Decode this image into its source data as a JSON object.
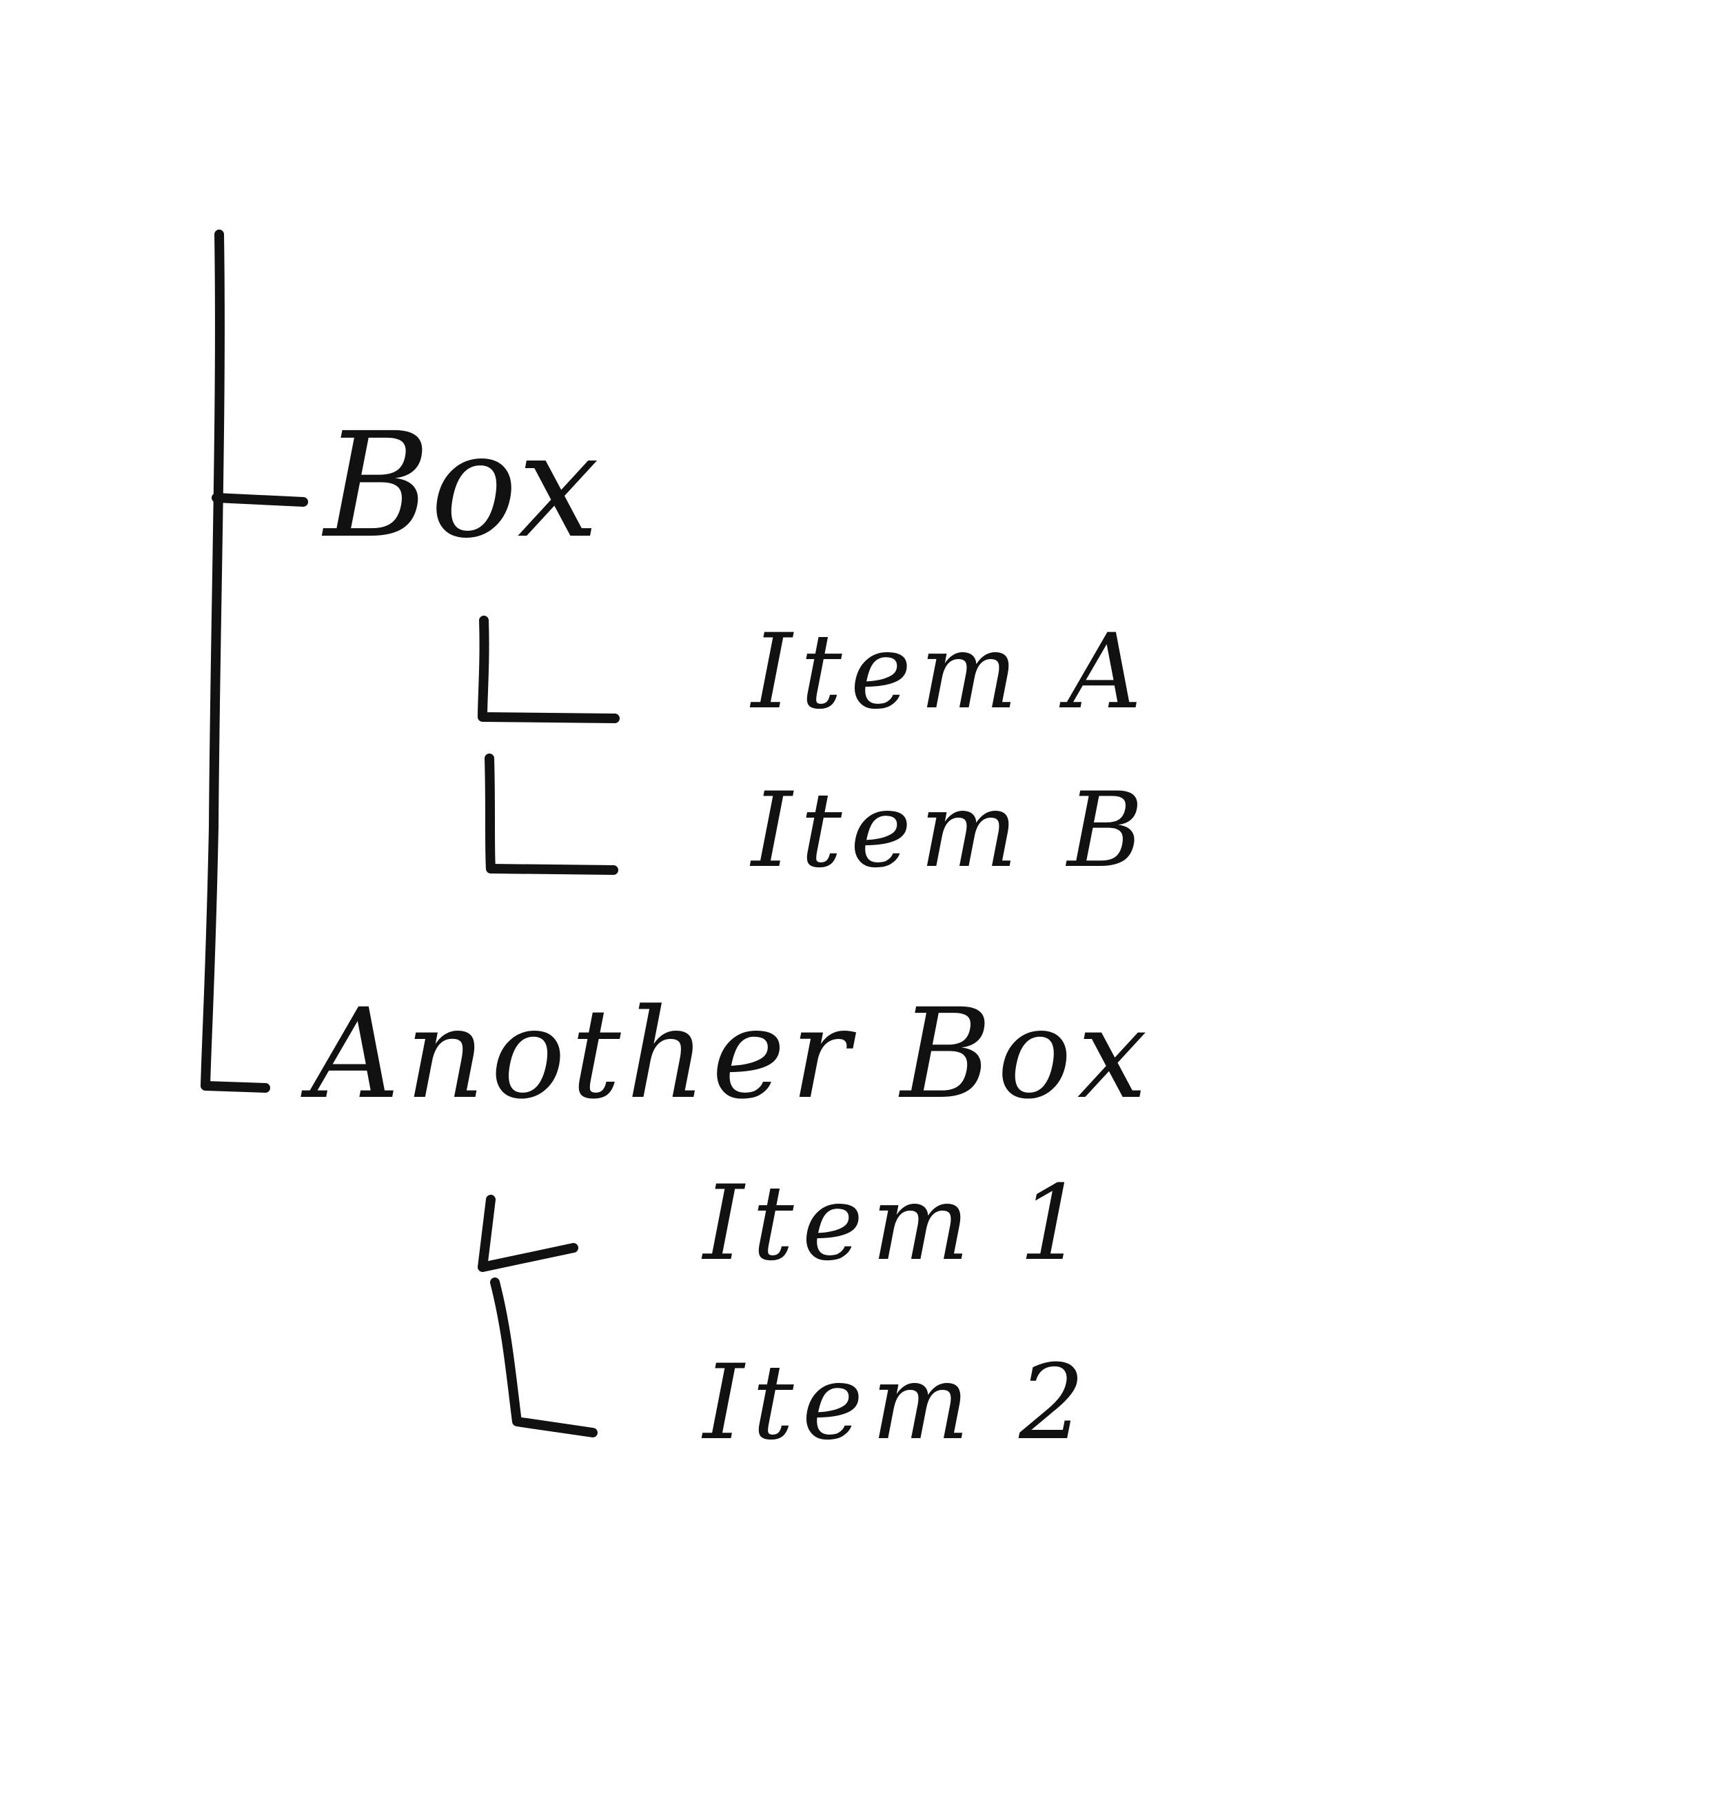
{
  "tree": {
    "nodes": [
      {
        "label": "Box",
        "children": [
          {
            "label": "Item A"
          },
          {
            "label": "Item B"
          }
        ]
      },
      {
        "label": "Another Box",
        "children": [
          {
            "label": "Item 1"
          },
          {
            "label": "Item 2"
          }
        ]
      }
    ]
  },
  "colors": {
    "ink": "#111111",
    "background": "#ffffff"
  }
}
